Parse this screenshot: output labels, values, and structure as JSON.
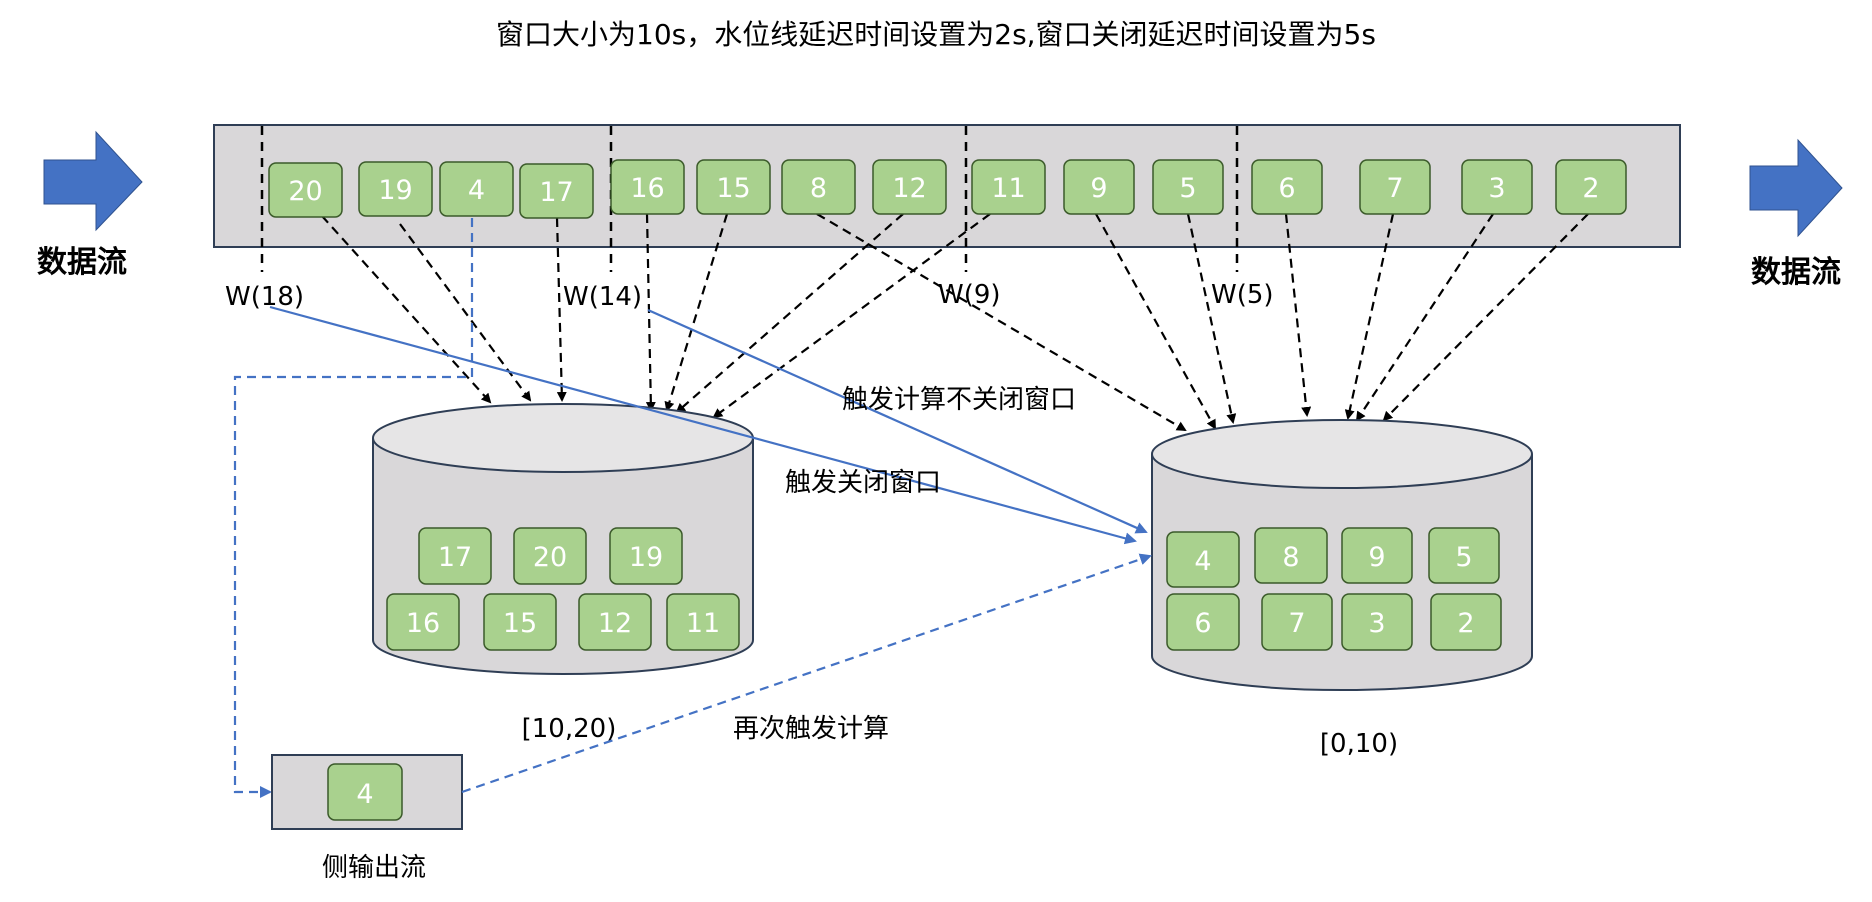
{
  "title": "窗口大小为10s，水位线延迟时间设置为2s,窗口关闭延迟时间设置为5s",
  "stream_label_left": "数据流",
  "stream_label_right": "数据流",
  "stream_events": [
    "20",
    "19",
    "4",
    "17",
    "16",
    "15",
    "8",
    "12",
    "11",
    "9",
    "5",
    "6",
    "7",
    "3",
    "2"
  ],
  "watermarks": [
    "W(18)",
    "W(14)",
    "W(9)",
    "W(5)"
  ],
  "window_1020": {
    "label": "[10,20)",
    "row1": [
      "17",
      "20",
      "19"
    ],
    "row2": [
      "16",
      "15",
      "12",
      "11"
    ]
  },
  "window_010": {
    "label": "[0,10)",
    "row1": [
      "4",
      "8",
      "9",
      "5"
    ],
    "row2": [
      "6",
      "7",
      "3",
      "2"
    ]
  },
  "side_output": {
    "label": "侧输出流",
    "item": "4"
  },
  "annotations": {
    "trigger_no_close": "触发计算不关闭窗口",
    "trigger_close": "触发关闭窗口",
    "trigger_again": "再次触发计算"
  },
  "colors": {
    "arrow_blue": "#4472c4",
    "box_green": "#a9d18e",
    "box_border": "#3b5a2a",
    "panel_gray": "#d9d7d9",
    "panel_border": "#2f3e55",
    "line_blue": "#4472c4"
  }
}
